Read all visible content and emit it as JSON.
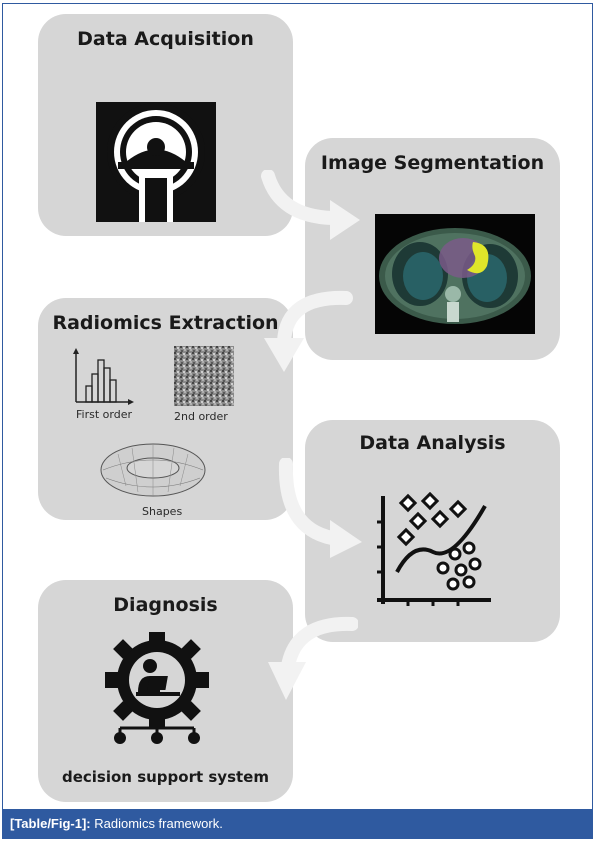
{
  "panels": {
    "data_acquisition": {
      "title": "Data Acquisition"
    },
    "image_segmentation": {
      "title": "Image Segmentation"
    },
    "radiomics_extraction": {
      "title": "Radiomics Extraction",
      "first_order_label": "First order",
      "second_order_label": "2nd order",
      "shapes_label": "Shapes"
    },
    "data_analysis": {
      "title": "Data Analysis"
    },
    "diagnosis": {
      "title": "Diagnosis",
      "subtitle": "decision support system"
    }
  },
  "caption": {
    "tag": "[Table/Fig-1]:",
    "text": "Radiomics framework."
  },
  "colors": {
    "panel": "#d6d6d6",
    "accent": "#2f5aa0",
    "icon": "#111111"
  }
}
